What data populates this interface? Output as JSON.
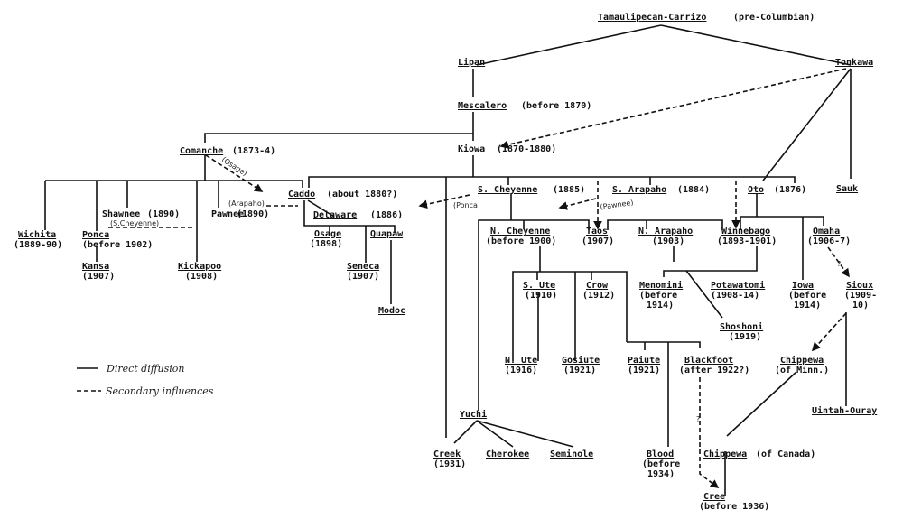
{
  "title": "Tamaulipecan-Carrizo (pre-Columbian)",
  "colors": {
    "ink": "#111111",
    "background": "#ffffff"
  },
  "legend": {
    "direct": "Direct diffusion",
    "secondary": "Secondary influences"
  },
  "nodes": {
    "tamaulipecan": {
      "name": "Tamaulipecan-Carrizo",
      "date": "(pre-Columbian)"
    },
    "lipan": {
      "name": "Lipan",
      "date": ""
    },
    "tonkawa": {
      "name": "Tonkawa",
      "date": ""
    },
    "mescalero": {
      "name": "Mescalero",
      "date": "(before 1870)"
    },
    "kiowa": {
      "name": "Kiowa",
      "date": "(1870-1880)"
    },
    "comanche": {
      "name": "Comanche",
      "date": "(1873-4)"
    },
    "caddo": {
      "name": "Caddo",
      "date": "(about 1880?)"
    },
    "delaware": {
      "name": "Delaware",
      "date": "(1886)"
    },
    "s_cheyenne": {
      "name": "S. Cheyenne",
      "date": "(1885)"
    },
    "s_arapaho": {
      "name": "S. Arapaho",
      "date": "(1884)"
    },
    "oto": {
      "name": "Oto",
      "date": "(1876)"
    },
    "sauk": {
      "name": "Sauk",
      "date": ""
    },
    "wichita": {
      "name": "Wichita",
      "date": "(1889-90)"
    },
    "shawnee": {
      "name": "Shawnee",
      "date": "(1890)"
    },
    "ponca": {
      "name": "Ponca",
      "date": "(before 1902)"
    },
    "kansa": {
      "name": "Kansa",
      "date": "(1907)"
    },
    "kickapoo": {
      "name": "Kickapoo",
      "date": "(1908)"
    },
    "pawnee": {
      "name": "Pawnee",
      "date": "(1890)"
    },
    "osage": {
      "name": "Osage",
      "date": "(1898)"
    },
    "quapaw": {
      "name": "Quapaw",
      "date": ""
    },
    "seneca": {
      "name": "Seneca",
      "date": "(1907)"
    },
    "modoc": {
      "name": "Modoc",
      "date": ""
    },
    "n_cheyenne": {
      "name": "N. Cheyenne",
      "date": "(before 1900)"
    },
    "taos": {
      "name": "Taos",
      "date": "(1907)"
    },
    "n_arapaho": {
      "name": "N. Arapaho",
      "date": "(1903)"
    },
    "winnebago": {
      "name": "Winnebago",
      "date": "(1893-1901)"
    },
    "omaha": {
      "name": "Omaha",
      "date": "(1906-7)"
    },
    "s_ute": {
      "name": "S. Ute",
      "date": "(1910)"
    },
    "crow": {
      "name": "Crow",
      "date": "(1912)"
    },
    "menomini": {
      "name": "Menomini",
      "date1": "(before",
      "date2": "1914)"
    },
    "potawatomi": {
      "name": "Potawatomi",
      "date": "(1908-14)"
    },
    "iowa": {
      "name": "Iowa",
      "date1": "(before",
      "date2": "1914)"
    },
    "sioux": {
      "name": "Sioux",
      "date1": "(1909-",
      "date2": "10)"
    },
    "shoshoni": {
      "name": "Shoshoni",
      "date": "(1919)"
    },
    "n_ute": {
      "name": "N. Ute",
      "date": "(1916)"
    },
    "gosiute": {
      "name": "Gosiute",
      "date": "(1921)"
    },
    "paiute": {
      "name": "Paiute",
      "date": "(1921)"
    },
    "blackfoot": {
      "name": "Blackfoot",
      "date": "(after 1922?)"
    },
    "chippewa_minn": {
      "name": "Chippewa",
      "date": "(of Minn.)"
    },
    "uintah": {
      "name": "Uintah-Ouray",
      "date": ""
    },
    "yuchi": {
      "name": "Yuchi",
      "date": ""
    },
    "creek": {
      "name": "Creek",
      "date": "(1931)"
    },
    "cherokee": {
      "name": "Cherokee",
      "date": ""
    },
    "seminole": {
      "name": "Seminole",
      "date": ""
    },
    "blood": {
      "name": "Blood",
      "date1": "(before",
      "date2": "1934)"
    },
    "chippewa_canada": {
      "name": "Chippewa",
      "date": "(of Canada)"
    },
    "cree": {
      "name": "Cree",
      "date": "(before 1936)"
    }
  },
  "notes": {
    "osage_via": "(Osage)",
    "arapaho_via": "(Arapaho)",
    "s_cheyenne_via": "(S.Cheyenne)",
    "ponca_via": "(Ponca",
    "pawnee_via": "(Pawnee)",
    "question1": "?",
    "question2": "?"
  }
}
